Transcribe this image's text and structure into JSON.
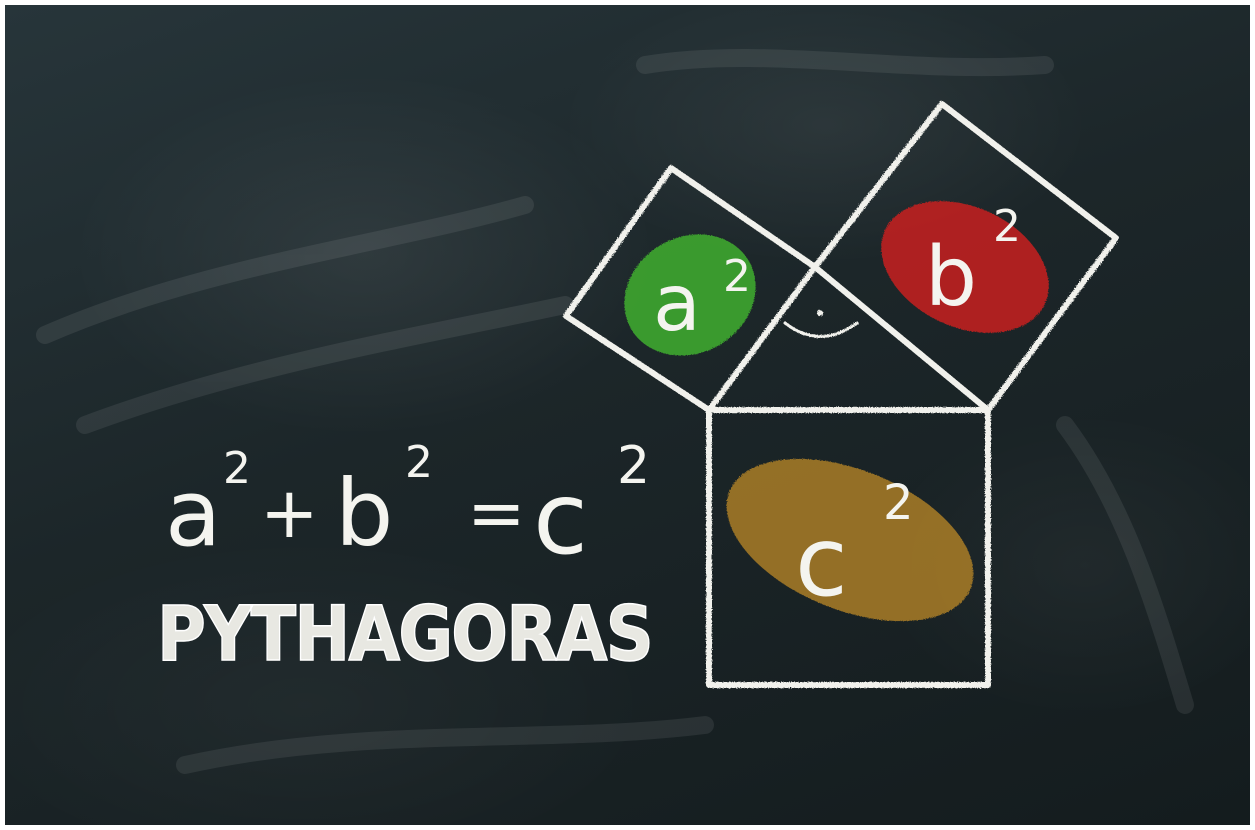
{
  "image": {
    "description_key": "chalkboard-pythagoras",
    "equation": {
      "a": "a",
      "a_exp": "2",
      "plus": "+",
      "b": "b",
      "b_exp": "2",
      "equals": "=",
      "c": "c",
      "c_exp": "2"
    },
    "word": "PYTHAGORAS",
    "squares": {
      "a": {
        "letter": "a",
        "exp": "2",
        "fill_color": "#3fae2f"
      },
      "b": {
        "letter": "b",
        "exp": "2",
        "fill_color": "#c8211f"
      },
      "c": {
        "letter": "c",
        "exp": "2",
        "fill_color": "#b38224"
      }
    },
    "colors": {
      "chalk": "#f1f1ec",
      "board": "#1c2629"
    }
  }
}
